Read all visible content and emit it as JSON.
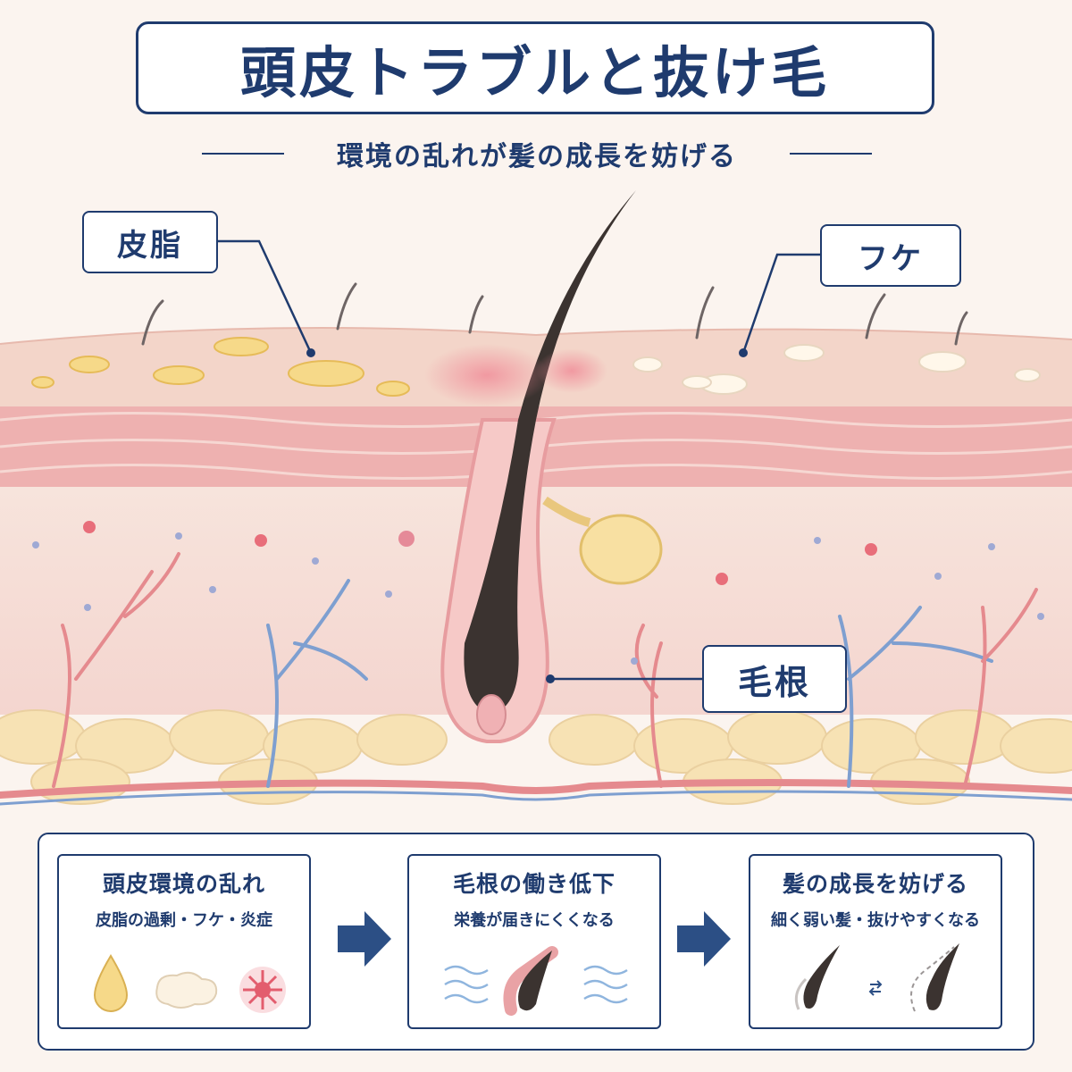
{
  "title": "頭皮トラブルと抜け毛",
  "subtitle": "環境の乱れが髪の成長を妨げる",
  "labels": {
    "sebum": "皮脂",
    "dandruff": "フケ",
    "hair_root": "毛根"
  },
  "steps": [
    {
      "title": "頭皮環境の乱れ",
      "desc": "皮脂の過剰・フケ・炎症",
      "icons": [
        "oil-drop-icon",
        "dandruff-flake-icon",
        "inflammation-icon"
      ]
    },
    {
      "title": "毛根の働き低下",
      "desc": "栄養が届きにくくなる",
      "icons": [
        "nutrient-flow-icon",
        "hair-follicle-icon"
      ]
    },
    {
      "title": "髪の成長を妨げる",
      "desc": "細く弱い髪・抜けやすくなる",
      "icons": [
        "thin-hair-icon",
        "shedding-hair-icon"
      ]
    }
  ],
  "colors": {
    "navy": "#1f3b6e",
    "skin": "#f5d3cf",
    "fat": "#f7e2b4",
    "vessel_red": "#e58a8e",
    "vessel_blue": "#7e9fd0",
    "hair": "#3b3330"
  }
}
